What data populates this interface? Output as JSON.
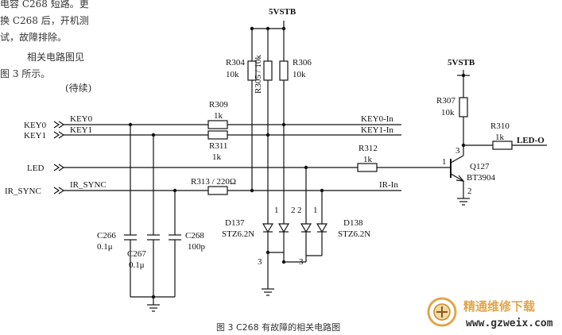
{
  "article_text": {
    "line1": "电容 C268 短路。更",
    "line2": "换 C268 后，开机测",
    "line3": "试，故障排除。",
    "line4": "相关电路图见",
    "line5": "图 3 所示。",
    "continued": "(待续)"
  },
  "schematic": {
    "power_left": "5VSTB",
    "power_right": "5VSTB",
    "connectors": {
      "key0": "KEY0",
      "key1": "KEY1",
      "led": "LED",
      "ir_sync": "IR_SYNC"
    },
    "nets": {
      "key0_local": "KEY0",
      "key1_local": "KEY1",
      "ir_local": "IR_SYNC",
      "key0_in": "KEY0-In",
      "key1_in": "KEY1-In",
      "ir_in": "IR-In",
      "led_out": "LED-O"
    },
    "resistors": {
      "r304": {
        "ref": "R304",
        "value": "10k"
      },
      "r305": {
        "label": "R305 / 10k"
      },
      "r306": {
        "ref": "R306",
        "value": "10k"
      },
      "r307": {
        "ref": "R307",
        "value": "10k"
      },
      "r309": {
        "ref": "R309",
        "value": "1k"
      },
      "r310": {
        "ref": "R310",
        "value": "1k"
      },
      "r311": {
        "ref": "R311",
        "value": "1k"
      },
      "r312": {
        "ref": "R312",
        "value": "1k"
      },
      "r313": {
        "label": "R313 / 220Ω"
      }
    },
    "capacitors": {
      "c266": {
        "ref": "C266",
        "value": "0.1μ"
      },
      "c267": {
        "ref": "C267",
        "value": "0.1μ"
      },
      "c268": {
        "ref": "C268",
        "value": "100p"
      }
    },
    "diodes": {
      "d137": {
        "ref": "D137",
        "value": "STZ6.2N"
      },
      "d138": {
        "ref": "D138",
        "value": "STZ6.2N"
      }
    },
    "transistor": {
      "ref": "Q127",
      "value": "BT3904"
    },
    "pins": {
      "p1": "1",
      "p2": "2",
      "p3": "3"
    }
  },
  "caption": "图 3 C268 有故障的相关电路图",
  "watermark": {
    "title": "精通维修下载",
    "url": "www.gzweix.com",
    "colors": {
      "accent": "#e0a64a",
      "dark": "#333333"
    }
  }
}
